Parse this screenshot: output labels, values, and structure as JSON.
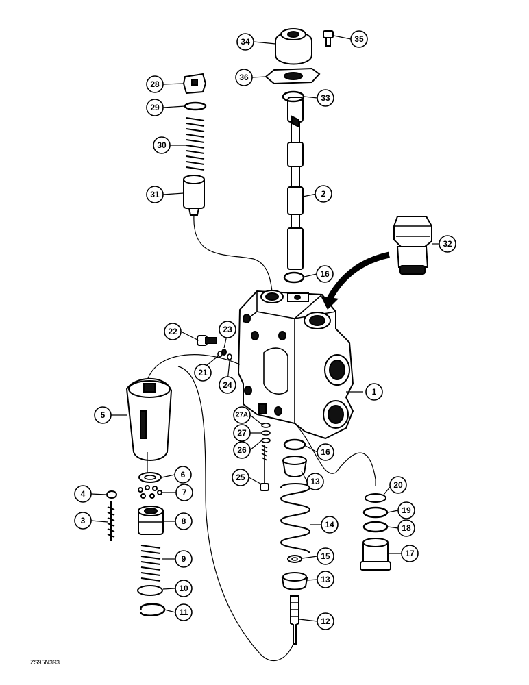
{
  "drawing_code": "ZS95N393",
  "callouts": [
    {
      "id": "c1",
      "label": "1"
    },
    {
      "id": "c2",
      "label": "2"
    },
    {
      "id": "c3",
      "label": "3"
    },
    {
      "id": "c4",
      "label": "4"
    },
    {
      "id": "c5",
      "label": "5"
    },
    {
      "id": "c6",
      "label": "6"
    },
    {
      "id": "c7",
      "label": "7"
    },
    {
      "id": "c8",
      "label": "8"
    },
    {
      "id": "c9",
      "label": "9"
    },
    {
      "id": "c10",
      "label": "10"
    },
    {
      "id": "c11",
      "label": "11"
    },
    {
      "id": "c12",
      "label": "12"
    },
    {
      "id": "c13a",
      "label": "13"
    },
    {
      "id": "c13b",
      "label": "13"
    },
    {
      "id": "c14",
      "label": "14"
    },
    {
      "id": "c15",
      "label": "15"
    },
    {
      "id": "c16a",
      "label": "16"
    },
    {
      "id": "c16b",
      "label": "16"
    },
    {
      "id": "c17",
      "label": "17"
    },
    {
      "id": "c18",
      "label": "18"
    },
    {
      "id": "c19",
      "label": "19"
    },
    {
      "id": "c20",
      "label": "20"
    },
    {
      "id": "c21",
      "label": "21"
    },
    {
      "id": "c22",
      "label": "22"
    },
    {
      "id": "c23",
      "label": "23"
    },
    {
      "id": "c24",
      "label": "24"
    },
    {
      "id": "c25",
      "label": "25"
    },
    {
      "id": "c26",
      "label": "26"
    },
    {
      "id": "c27",
      "label": "27"
    },
    {
      "id": "c27a",
      "label": "27A"
    },
    {
      "id": "c28",
      "label": "28"
    },
    {
      "id": "c29",
      "label": "29"
    },
    {
      "id": "c30",
      "label": "30"
    },
    {
      "id": "c31",
      "label": "31"
    },
    {
      "id": "c32",
      "label": "32"
    },
    {
      "id": "c33",
      "label": "33"
    },
    {
      "id": "c34",
      "label": "34"
    },
    {
      "id": "c35",
      "label": "35"
    },
    {
      "id": "c36",
      "label": "36"
    }
  ]
}
